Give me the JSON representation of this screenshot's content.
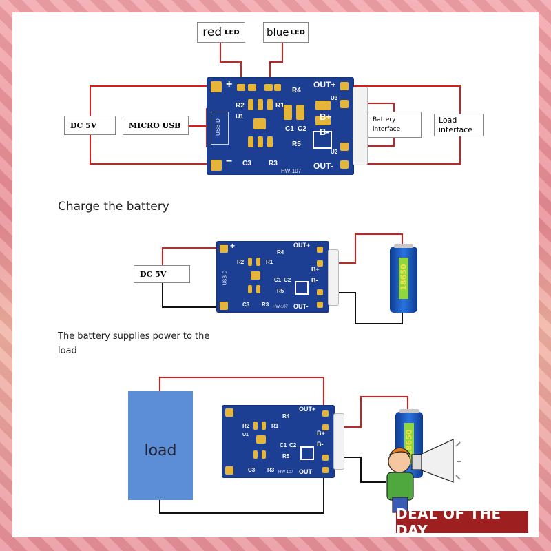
{
  "top_diagram": {
    "red_led_label": "red",
    "red_led_suffix": "LED",
    "blue_led_label": "blue",
    "blue_led_suffix": "LED",
    "dc_label": "DC 5V",
    "micro_usb_label": "MICRO USB",
    "battery_interface_label": "Battery interface",
    "load_interface_label": "Load interface"
  },
  "board": {
    "plus": "+",
    "minus": "−",
    "usb": "USB-D",
    "r1": "R1",
    "r2": "R2",
    "r3": "R3",
    "r4": "R4",
    "r5": "R5",
    "c1": "C1",
    "c2": "C2",
    "c3": "C3",
    "u1": "U1",
    "u2": "U2",
    "u3": "U3",
    "out_plus": "OUT+",
    "out_minus": "OUT-",
    "b_plus": "B+",
    "b_minus": "B-",
    "model": "HW-107"
  },
  "section1": {
    "heading": "Charge the battery",
    "dc_label": "DC 5V",
    "battery_label": "18650"
  },
  "section2": {
    "heading": "The battery supplies power to the load",
    "load_label": "load",
    "battery_label": "18650"
  },
  "badge": {
    "text": "DEAL OF THE DAY"
  },
  "colors": {
    "pcb": "#1c3f93",
    "pad": "#e5b53a",
    "wire_red": "#d81b1b",
    "wire_black": "#111111",
    "battery": "#1e5fd0",
    "load": "#5b8ed6"
  }
}
